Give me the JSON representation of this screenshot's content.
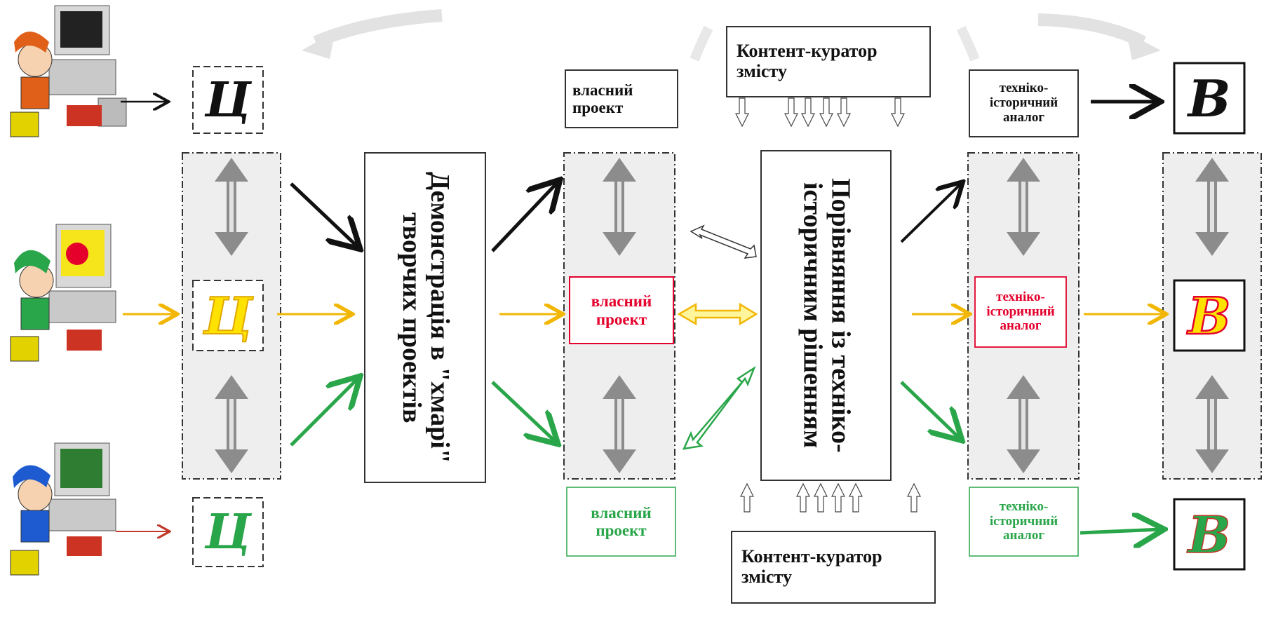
{
  "curator_top": "Контент-куратор змісту",
  "curator_bottom": "Контент-куратор змісту",
  "demo_block": "Демонстрація в \"хмарі\" творчих проектів",
  "compare_block": "Порівняння із техніко-історичним рішенням",
  "own_project": [
    "власний проект",
    "власний проект",
    "власний проект"
  ],
  "analog": [
    "техніко-історичний аналог",
    "техніко-історичний аналог",
    "техніко-історичний аналог"
  ],
  "letter_c": "Ц",
  "letter_b": "B",
  "colors": {
    "black": "#111111",
    "yellow": "#f2b705",
    "yellow_fill": "#ffe200",
    "red": "#e4002b",
    "green": "#2aa64a",
    "gray_arrow": "#8c8c8c",
    "panel": "#eeeeee"
  },
  "icons": [
    "student-computer-icon-orange",
    "student-computer-icon-green",
    "student-computer-icon-blue"
  ]
}
